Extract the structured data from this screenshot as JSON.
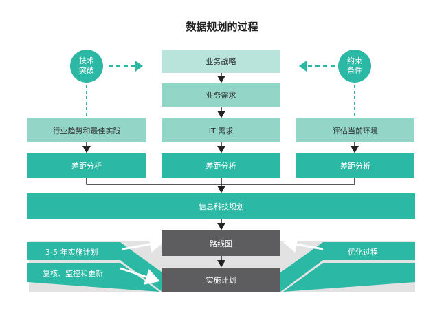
{
  "title": "数据规划的过程",
  "circles": {
    "left": {
      "line1": "技术",
      "line2": "突破"
    },
    "right": {
      "line1": "约束",
      "line2": "条件"
    }
  },
  "column_center": {
    "strategy": "业务战略",
    "demand": "业务需求",
    "it_demand": "IT 需求",
    "gap": "差距分析"
  },
  "column_left": {
    "trend": "行业趋势和最佳实践",
    "gap": "差距分析"
  },
  "column_right": {
    "assess": "评估当前环境",
    "gap": "差距分析"
  },
  "planning": "信息科技规划",
  "roadmap": "路线图",
  "implementation": "实施计划",
  "side": {
    "plan": "3-5 年实施计划",
    "review": "复核、监控和更新",
    "optimize": "优化过程"
  },
  "colors": {
    "teal": "#2bb8a4",
    "light": "#b9e4dc",
    "mid": "#93d6c8",
    "dark": "#5d5d5f",
    "grey_band": "#d9d9d9"
  }
}
